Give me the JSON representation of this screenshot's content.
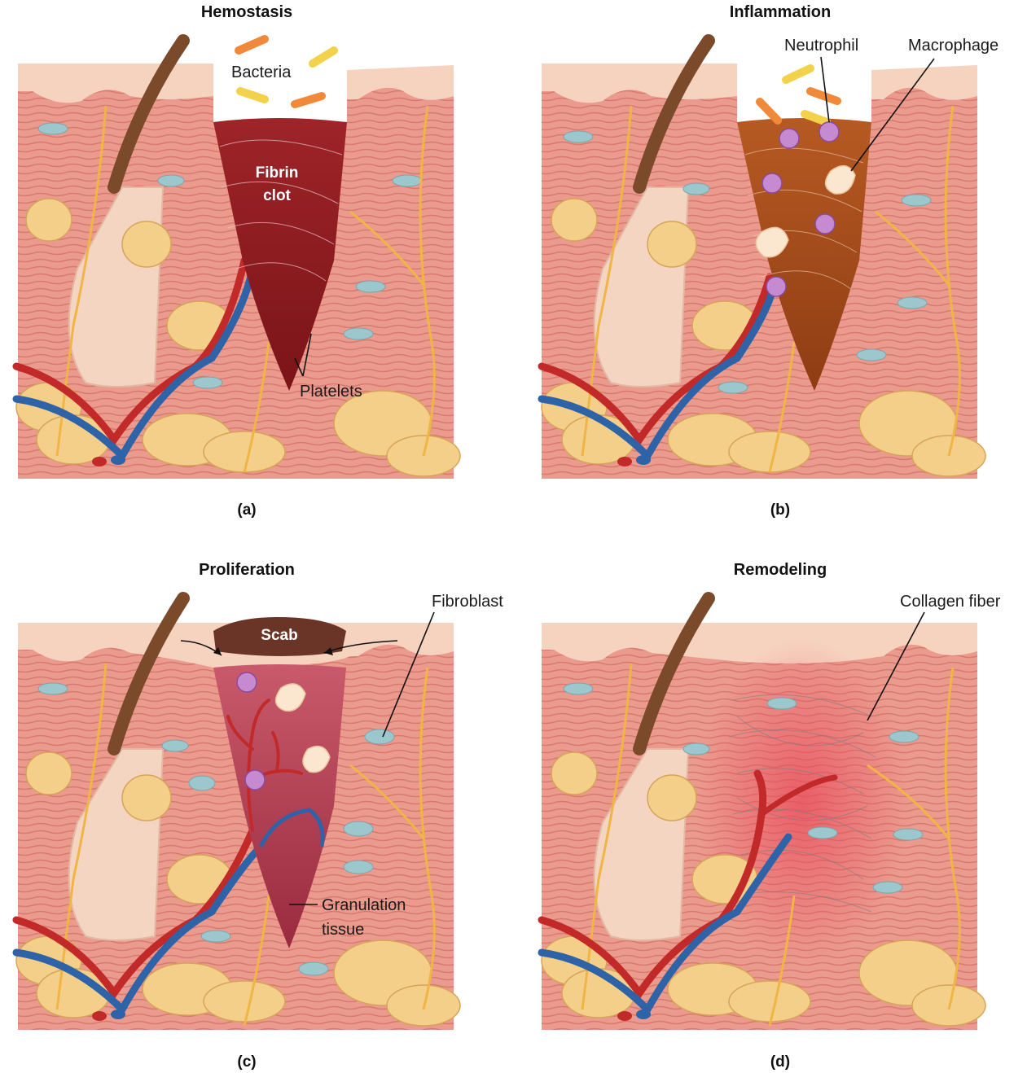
{
  "panels": [
    {
      "id": "a",
      "title": "Hemostasis",
      "subcaption": "(a)"
    },
    {
      "id": "b",
      "title": "Inflammation",
      "subcaption": "(b)"
    },
    {
      "id": "c",
      "title": "Proliferation",
      "subcaption": "(c)"
    },
    {
      "id": "d",
      "title": "Remodeling",
      "subcaption": "(d)"
    }
  ],
  "labels": {
    "bacteria": "Bacteria",
    "fibrin_clot_1": "Fibrin",
    "fibrin_clot_2": "clot",
    "platelets": "Platelets",
    "neutrophil": "Neutrophil",
    "macrophage": "Macrophage",
    "scab": "Scab",
    "fibroblast": "Fibroblast",
    "granulation_1": "Granulation",
    "granulation_2": "tissue",
    "collagen_fiber": "Collagen fiber"
  },
  "colors": {
    "dermis": "#e9958a",
    "dermis_stripe": "#d9776d",
    "epidermis": "#f6d3bf",
    "fibrin_clot": "#8e1e22",
    "inflamed_clot": "#a9501c",
    "granulation": "#b43a52",
    "scab": "#6a3526",
    "fat": "#f3cf8a",
    "artery": "#c22a2a",
    "vein": "#2f63a8",
    "nerve": "#f0b545",
    "fibroblast": "#9cc7cc",
    "bacteria_orange": "#f08a3a",
    "bacteria_yellow": "#f2d24a",
    "neutrophil": "#c58ad0",
    "macrophage": "#fbe6d0",
    "hair": "#7a4a2a"
  }
}
